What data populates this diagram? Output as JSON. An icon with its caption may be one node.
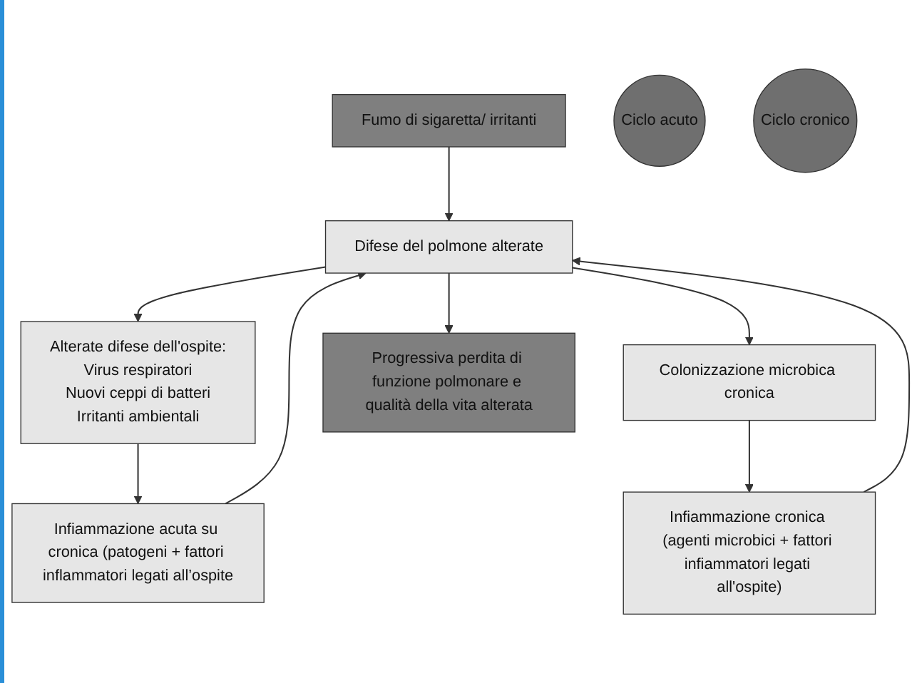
{
  "diagram": {
    "nodes": [
      {
        "text": [
          "Fumo di sigaretta/ irritanti"
        ]
      },
      {
        "text": [
          "Alterate difese dell'ospite:",
          "Virus respiratori",
          "Nuovi ceppi di batteri",
          "Irritanti ambientali"
        ]
      },
      {
        "text": [
          "Colonizzazione microbica cronica"
        ]
      },
      {
        "text": [
          "Ciclo acuto"
        ]
      },
      {
        "text": [
          "Difese del polmone alterate"
        ]
      },
      {
        "text": [
          "Ciclo cronico"
        ]
      },
      {
        "text": [
          "Infiammazione acuta su cronica (patogeni + fattori inflammatori legati all’ospite"
        ]
      },
      {
        "text": [
          "Progressiva perdita di funzione polmonare e qualità della vita alterata"
        ]
      },
      {
        "text": [
          "Infiammazione cronica (agenti microbici + fattori infiammatori legati all'ospite)"
        ]
      }
    ],
    "edges": [
      {
        "from": 0,
        "to": 4,
        "arrow": "to"
      },
      {
        "from": 4,
        "to": 1,
        "arrow": "to"
      },
      {
        "from": 4,
        "to": 2,
        "arrow": "to"
      },
      {
        "from": 1,
        "to": 6,
        "arrow": "to"
      },
      {
        "from": 2,
        "to": 8,
        "arrow": "to"
      },
      {
        "from": 6,
        "to": 4,
        "arrow": "to"
      },
      {
        "from": 8,
        "to": 4,
        "arrow": "to"
      },
      {
        "from": 4,
        "to": 7,
        "arrow": "to"
      }
    ]
  }
}
